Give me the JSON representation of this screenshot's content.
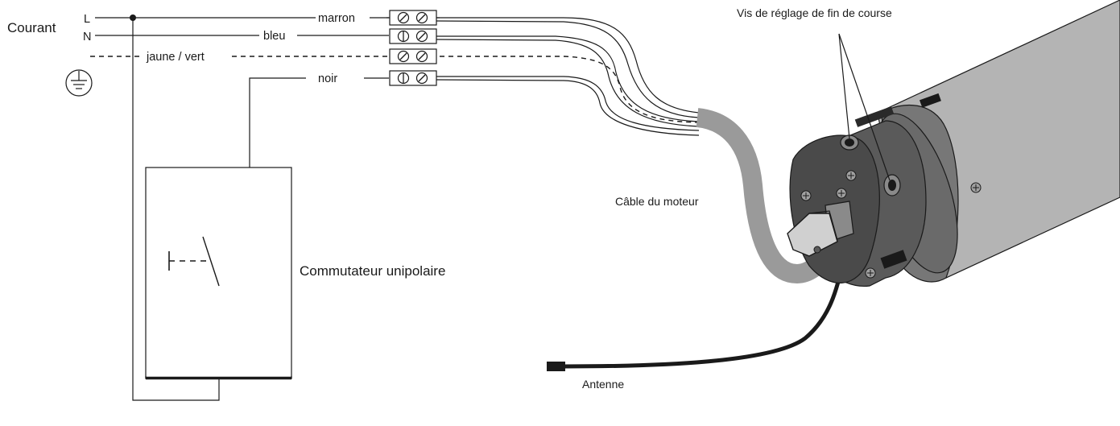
{
  "supply": {
    "title": "Courant",
    "line_L": "L",
    "line_N": "N"
  },
  "wires": {
    "brown": "marron",
    "blue": "bleu",
    "yellow_green": "jaune / vert",
    "black": "noir"
  },
  "switch": {
    "label": "Commutateur unipolaire"
  },
  "motor": {
    "cable_label": "Câble du moteur",
    "screws_label": "Vis de réglage de fin de course",
    "antenna_label": "Antenne"
  },
  "colors": {
    "line": "#1a1a1a",
    "cable_gray": "#9a9a9a",
    "tube_gray": "#b4b4b4",
    "head_dark": "#5a5a5a",
    "head_mid": "#777777",
    "antenna": "#1a1a1a"
  },
  "icons": {
    "ground": "earth-ground-symbol",
    "terminal_screw": "slotted-screw-icon",
    "hex_screw": "hex-socket-screw-icon"
  }
}
